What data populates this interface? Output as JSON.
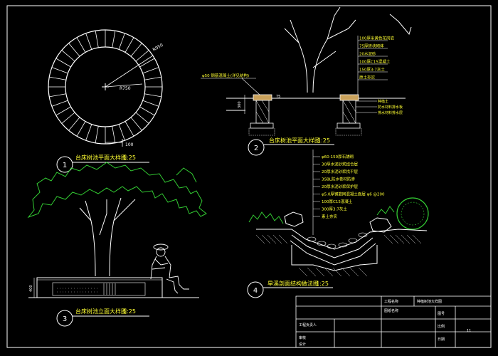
{
  "colors": {
    "background": "#000000",
    "line": "#ffffff",
    "text": "#ffff33",
    "plant": "#33cc33",
    "hatch": "#cccccc"
  },
  "detail1": {
    "number": "1",
    "title": "台床树池平面大样图",
    "scale": "1:25",
    "dim_outer": "R950",
    "dim_inner": "R750",
    "dim_bottom": "100"
  },
  "detail2": {
    "number": "2",
    "title": "台床树池平面大样图",
    "scale": "1:25",
    "top_note": "φ50 钢筋混凝土(详见结构)",
    "dims": [
      "300",
      "75"
    ],
    "layer_labels": [
      "100厚米黄色花岗岩",
      "75厚砖块砌体",
      "20水泥砂",
      "100厚C15混凝土",
      "150厚3:7灰土",
      "原土夯实"
    ],
    "right_labels": [
      "种植土",
      "防水材料排水板",
      "排水材料排水层"
    ]
  },
  "detail3": {
    "number": "3",
    "title": "台床树池立面大样图",
    "scale": "1:25",
    "dim": "400"
  },
  "detail4": {
    "number": "4",
    "title": "旱溪剖面结构做法图",
    "scale": "1:25",
    "layer_labels": [
      "φ60-150厚石铺砌",
      "30厚水泥砂浆结合层",
      "20厚水泥砂浆找平层",
      "3SBL防水卷材防渗",
      "20厚水泥砂浆保护层",
      "φ5.0厚钢筋网混凝土面层 φ6 @200",
      "100厚C15混凝土",
      "300厚3:7灰土",
      "素土夯实"
    ]
  },
  "title_block": {
    "project_label": "工程名称",
    "drawing_label": "图纸名称",
    "drawing_name": "种植树池大样图",
    "row_labels": [
      "工程负责人",
      "审核",
      "设计"
    ],
    "right_labels": [
      "图号",
      "比例",
      "日期"
    ],
    "sheet_value": "11"
  }
}
